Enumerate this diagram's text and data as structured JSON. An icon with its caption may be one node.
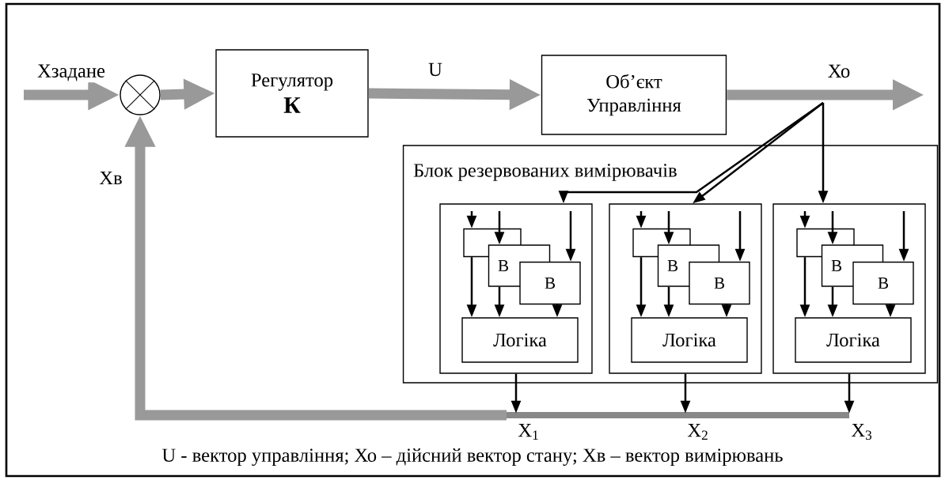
{
  "diagram": {
    "nodes": [
      {
        "text": [],
        "shape": "circle"
      },
      {
        "text": [
          "Регулятор",
          "К"
        ]
      },
      {
        "text": [
          "Об’єкт Управління"
        ]
      },
      {
        "text": [
          "Блок резервованих вимірювачів"
        ]
      },
      {
        "text": [],
        "shape": "box",
        "in": 3
      },
      {
        "text": [],
        "shape": "box",
        "in": 4
      },
      {
        "text": [
          "В"
        ],
        "in": 4
      },
      {
        "text": [
          "В"
        ],
        "in": 4
      },
      {
        "text": [
          "Логіка"
        ],
        "in": 4
      },
      {
        "text": [],
        "shape": "box",
        "in": 3
      },
      {
        "text": [],
        "shape": "box",
        "in": 9
      },
      {
        "text": [
          "В"
        ],
        "in": 9
      },
      {
        "text": [
          "В"
        ],
        "in": 9
      },
      {
        "text": [
          "Логіка"
        ],
        "in": 9
      },
      {
        "text": [],
        "shape": "box",
        "in": 3
      },
      {
        "text": [],
        "shape": "box",
        "in": 14
      },
      {
        "text": [
          "В"
        ],
        "in": 14
      },
      {
        "text": [
          "В"
        ],
        "in": 14
      },
      {
        "text": [
          "Логіка"
        ],
        "in": 14
      }
    ],
    "edges": [
      {
        "from": null,
        "to": 0,
        "arrow": "to",
        "label": "Хзадане",
        "style": "thick",
        "color": "#999999"
      },
      {
        "from": 0,
        "to": 1,
        "arrow": "to",
        "style": "thick",
        "color": "#999999"
      },
      {
        "from": 1,
        "to": 2,
        "arrow": "to",
        "label": "U",
        "style": "thick",
        "color": "#999999"
      },
      {
        "from": 2,
        "to": null,
        "arrow": "to",
        "label": "Хо",
        "style": "thick",
        "color": "#999999"
      },
      {
        "from": null,
        "to": 4,
        "arrow": "to"
      },
      {
        "from": null,
        "to": 9,
        "arrow": "to"
      },
      {
        "from": null,
        "to": 14,
        "arrow": "to"
      },
      {
        "from": null,
        "to": 5,
        "arrow": "to"
      },
      {
        "from": null,
        "to": 6,
        "arrow": "to"
      },
      {
        "from": null,
        "to": 7,
        "arrow": "to"
      },
      {
        "from": 5,
        "to": 8,
        "arrow": "to"
      },
      {
        "from": 6,
        "to": 8,
        "arrow": "to"
      },
      {
        "from": 7,
        "to": 8,
        "arrow": "to"
      },
      {
        "from": 4,
        "to": null,
        "arrow": "to",
        "label": "Х$_{1}$"
      },
      {
        "from": null,
        "to": 10,
        "arrow": "to"
      },
      {
        "from": null,
        "to": 11,
        "arrow": "to"
      },
      {
        "from": null,
        "to": 12,
        "arrow": "to"
      },
      {
        "from": 10,
        "to": 13,
        "arrow": "to"
      },
      {
        "from": 11,
        "to": 13,
        "arrow": "to"
      },
      {
        "from": 12,
        "to": 13,
        "arrow": "to"
      },
      {
        "from": 9,
        "to": null,
        "arrow": "to",
        "label": "Х$_{2}$"
      },
      {
        "from": null,
        "to": 15,
        "arrow": "to"
      },
      {
        "from": null,
        "to": 16,
        "arrow": "to"
      },
      {
        "from": null,
        "to": 17,
        "arrow": "to"
      },
      {
        "from": 15,
        "to": 18,
        "arrow": "to"
      },
      {
        "from": 16,
        "to": 18,
        "arrow": "to"
      },
      {
        "from": 17,
        "to": 18,
        "arrow": "to"
      },
      {
        "from": 14,
        "to": null,
        "arrow": "to",
        "label": "Х$_{3}$"
      },
      {
        "from": null,
        "to": 0,
        "arrow": "to",
        "label": "Хв",
        "style": "thick",
        "color": "#999999"
      }
    ],
    "caption": "U - вектор управління; Хо – дійсний вектор стану; Хв – вектор вимірювань"
  }
}
